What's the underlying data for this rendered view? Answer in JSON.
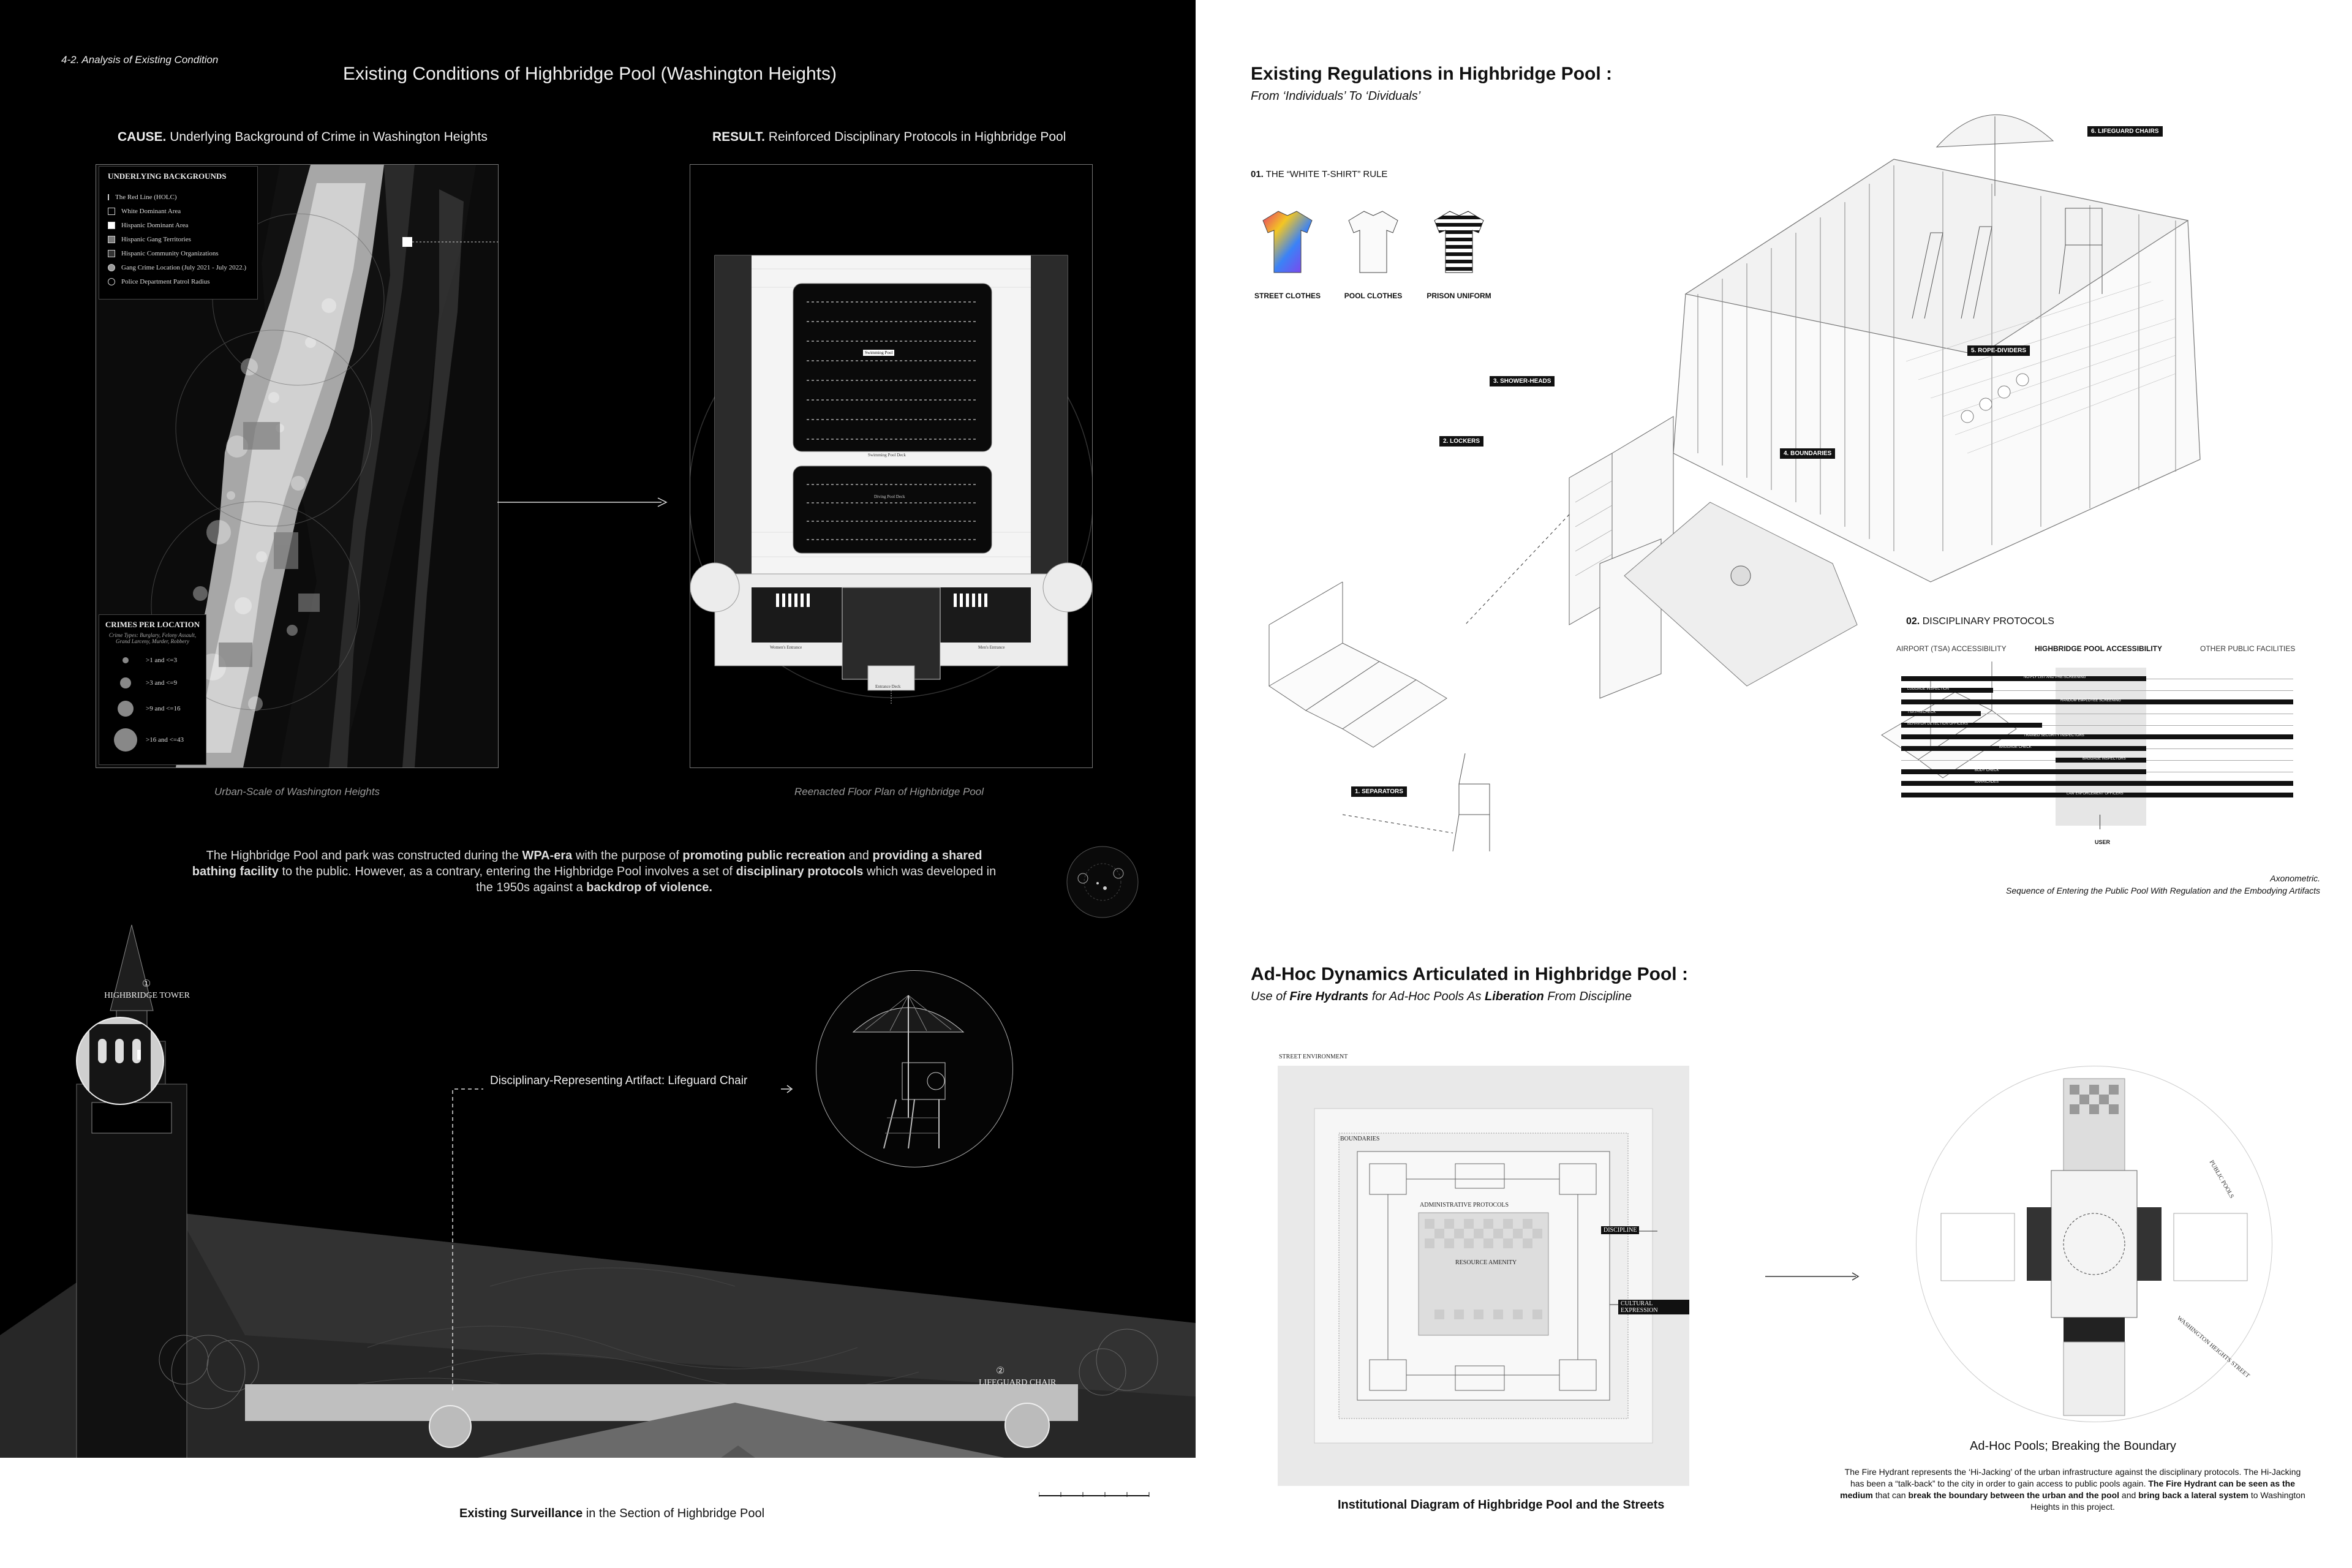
{
  "left": {
    "section_label": "4-2. Analysis of Existing Condition",
    "title": "Existing Conditions of Highbridge Pool (Washington Heights)",
    "cause": {
      "bold": "CAUSE.",
      "text": "Underlying Background of Crime in Washington Heights"
    },
    "result": {
      "bold": "RESULT.",
      "text": "Reinforced Disciplinary Protocols in Highbridge Pool"
    },
    "legend": {
      "title": "UNDERLYING BACKGROUNDS",
      "items": [
        "The Red Line (HOLC)",
        "White Dominant Area",
        "Hispanic Dominant Area",
        "Hispanic Gang Territories",
        "Hispanic Community Organizations",
        "Gang Crime Location (July 2021 - July 2022.)",
        "Police Department Patrol Radius"
      ]
    },
    "crimes": {
      "title": "CRIMES PER LOCATION",
      "note": "Crime Types: Burglary, Felony Assault, Grand Larceny, Murder, Robbery",
      "items": [
        ">1 and <=3",
        ">3 and <=9",
        ">9 and <=16",
        ">16 and <=43"
      ]
    },
    "map_caption": "Urban-Scale of Washington Heights",
    "plan_caption": "Reenacted Floor Plan of Highbridge Pool",
    "plan_labels": [
      "Swimming Pool Deck",
      "Diving Pool Deck",
      "Swimming Pool",
      "Women's Entrance",
      "Men's Entrance",
      "Entrance Deck"
    ],
    "paragraph": {
      "p1": "The Highbridge Pool and park was constructed during the ",
      "b1": "WPA-era",
      "p2": " with the purpose of ",
      "b2": "promoting public recreation",
      "p3": " and ",
      "b3": "providing a shared bathing facility",
      "p4": " to the public. However, as a contrary,  entering the Highbridge Pool involves a set of ",
      "b4": "disciplinary protocols",
      "p5": " which was developed in the 1950s against a ",
      "b5": "backdrop of violence."
    },
    "tower": {
      "num": "①",
      "label": "HIGHBRIDGE TOWER"
    },
    "chair": {
      "num": "②",
      "label": "LIFEGUARD CHAIR"
    },
    "artifact_label": "Disciplinary-Representing Artifact: Lifeguard Chair",
    "section_caption": {
      "bold": "Existing Surveillance",
      "text": " in the Section of Highbridge Pool"
    }
  },
  "right": {
    "reg_title": "Existing Regulations in Highbridge Pool :",
    "reg_sub": "From ‘Individuals’ To ‘Dividuals’",
    "rule_title": {
      "num": "01.",
      "text": " THE “WHITE T-SHIRT” RULE"
    },
    "shirts": [
      "STREET CLOTHES",
      "POOL CLOTHES",
      "PRISON UNIFORM"
    ],
    "axon_labels": [
      "1. SEPARATORS",
      "2. LOCKERS",
      "3. SHOWER-HEADS",
      "4. BOUNDARIES",
      "5. ROPE-DIVIDERS",
      "6. LIFEGUARD CHAIRS"
    ],
    "protocols": {
      "title": {
        "num": "02.",
        "text": " DISCIPLINARY PROTOCOLS"
      },
      "cols": [
        "AIRPORT (TSA) ACCESSIBILITY",
        "HIGHBRIDGE POOL ACCESSIBILITY",
        "OTHER PUBLIC FACILITIES"
      ],
      "rows": [
        "NO-FLY LIST AND PRE-SCREENING",
        "LUGGAGE INSPECTION",
        "RANDOM EMPLOYEE SCREENING",
        "TSA PRECHECK",
        "BEHAVIOR DETECTION OFFICERS",
        "TRAINED SECURITY INSPECTORS",
        "BAGGAGE CHECK",
        "BAGGAGE INSPECTORS",
        "BODY CHECK",
        "BARRICADES",
        "LAW ENFORCEMENT OFFICERS"
      ],
      "user": "USER"
    },
    "axon_caption": {
      "line1": "Axonometric.",
      "line2": "Sequence of Entering the Public Pool With Regulation and the Embodying Artifacts"
    },
    "adhoc_title": "Ad-Hoc Dynamics Articulated in Highbridge Pool :",
    "adhoc_sub": {
      "p1": "Use of ",
      "b1": "Fire Hydrants",
      "p2": " for Ad-Hoc Pools As ",
      "b2": "Liberation",
      "p3": " From Discipline"
    },
    "diagram": {
      "street": "STREET ENVIRONMENT",
      "boundaries": "BOUNDARIES",
      "admin": "ADMINISTRATIVE PROTOCOLS",
      "resource": "RESOURCE AMENITY",
      "discipline": "DISCIPLINE",
      "cultural": "CULTURAL EXPRESSION",
      "caption": "Institutional Diagram of Highbridge Pool and the Streets"
    },
    "circle_labels": [
      "PUBLIC POOLS",
      "WASHINGTON HEIGHTS STREET"
    ],
    "adhoc_caption": "Ad-Hoc Pools; Breaking the Boundary",
    "adhoc_text": {
      "t1": "The Fire Hydrant represents the ‘Hi-Jacking’ of the urban infrastructure against the disciplinary protocols. The Hi-Jacking has been a “talk-back” to the city in order to gain access to public pools again. ",
      "b1": "The Fire Hydrant can be seen as the medium",
      "t2": " that can ",
      "b2": "break the boundary between the urban and the pool",
      "t3": " and ",
      "b3": "bring back a lateral system",
      "t4": " to Washington Heights in this project."
    }
  }
}
